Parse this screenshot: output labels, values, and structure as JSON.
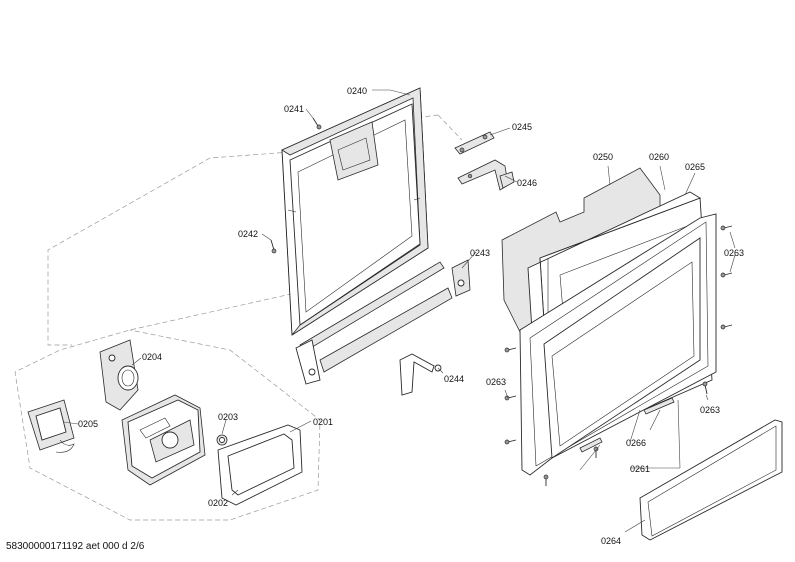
{
  "footer": "58300000171192 aet 000 d 2/6",
  "parts": {
    "p0240": "0240",
    "p0241": "0241",
    "p0242": "0242",
    "p0243": "0243",
    "p0244": "0244",
    "p0245": "0245",
    "p0246": "0246",
    "p0250": "0250",
    "p0260": "0260",
    "p0265": "0265",
    "p0263a": "0263",
    "p0263b": "0263",
    "p0263c": "0263",
    "p0266": "0266",
    "p0261": "0261",
    "p0264": "0264",
    "p0201": "0201",
    "p0202": "0202",
    "p0203": "0203",
    "p0204": "0204",
    "p0205": "0205"
  }
}
